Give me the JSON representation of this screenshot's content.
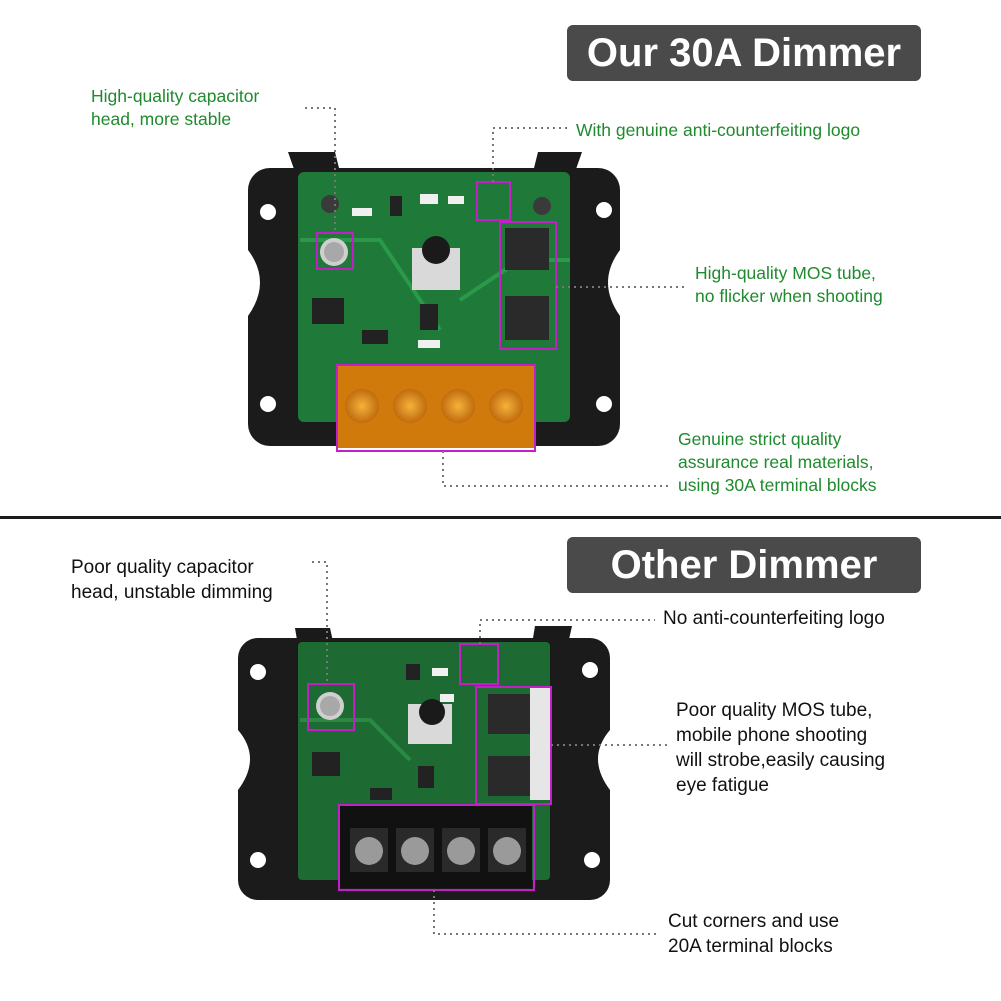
{
  "top": {
    "title": "Our 30A Dimmer",
    "notes": {
      "capacitor": "High-quality capacitor\nhead, more stable",
      "logo": "With genuine anti-counterfeiting logo",
      "mos": "High-quality MOS tube,\nno flicker when shooting",
      "terminal": "Genuine strict quality\nassurance real materials,\nusing 30A terminal blocks"
    }
  },
  "bottom": {
    "title": "Other Dimmer",
    "notes": {
      "capacitor": "Poor quality capacitor\nhead, unstable dimming",
      "logo": "No anti-counterfeiting logo",
      "mos": "Poor quality MOS tube,\nmobile phone shooting\nwill strobe,easily causing\neye fatigue",
      "terminal": "Cut corners and use\n20A terminal blocks"
    }
  },
  "colors": {
    "banner": "#4a4a4a",
    "green_text": "#1f8a2e",
    "highlight": "#c21fc8",
    "pcb": "#1f7a3a",
    "terminal_orange": "#e08a12"
  }
}
